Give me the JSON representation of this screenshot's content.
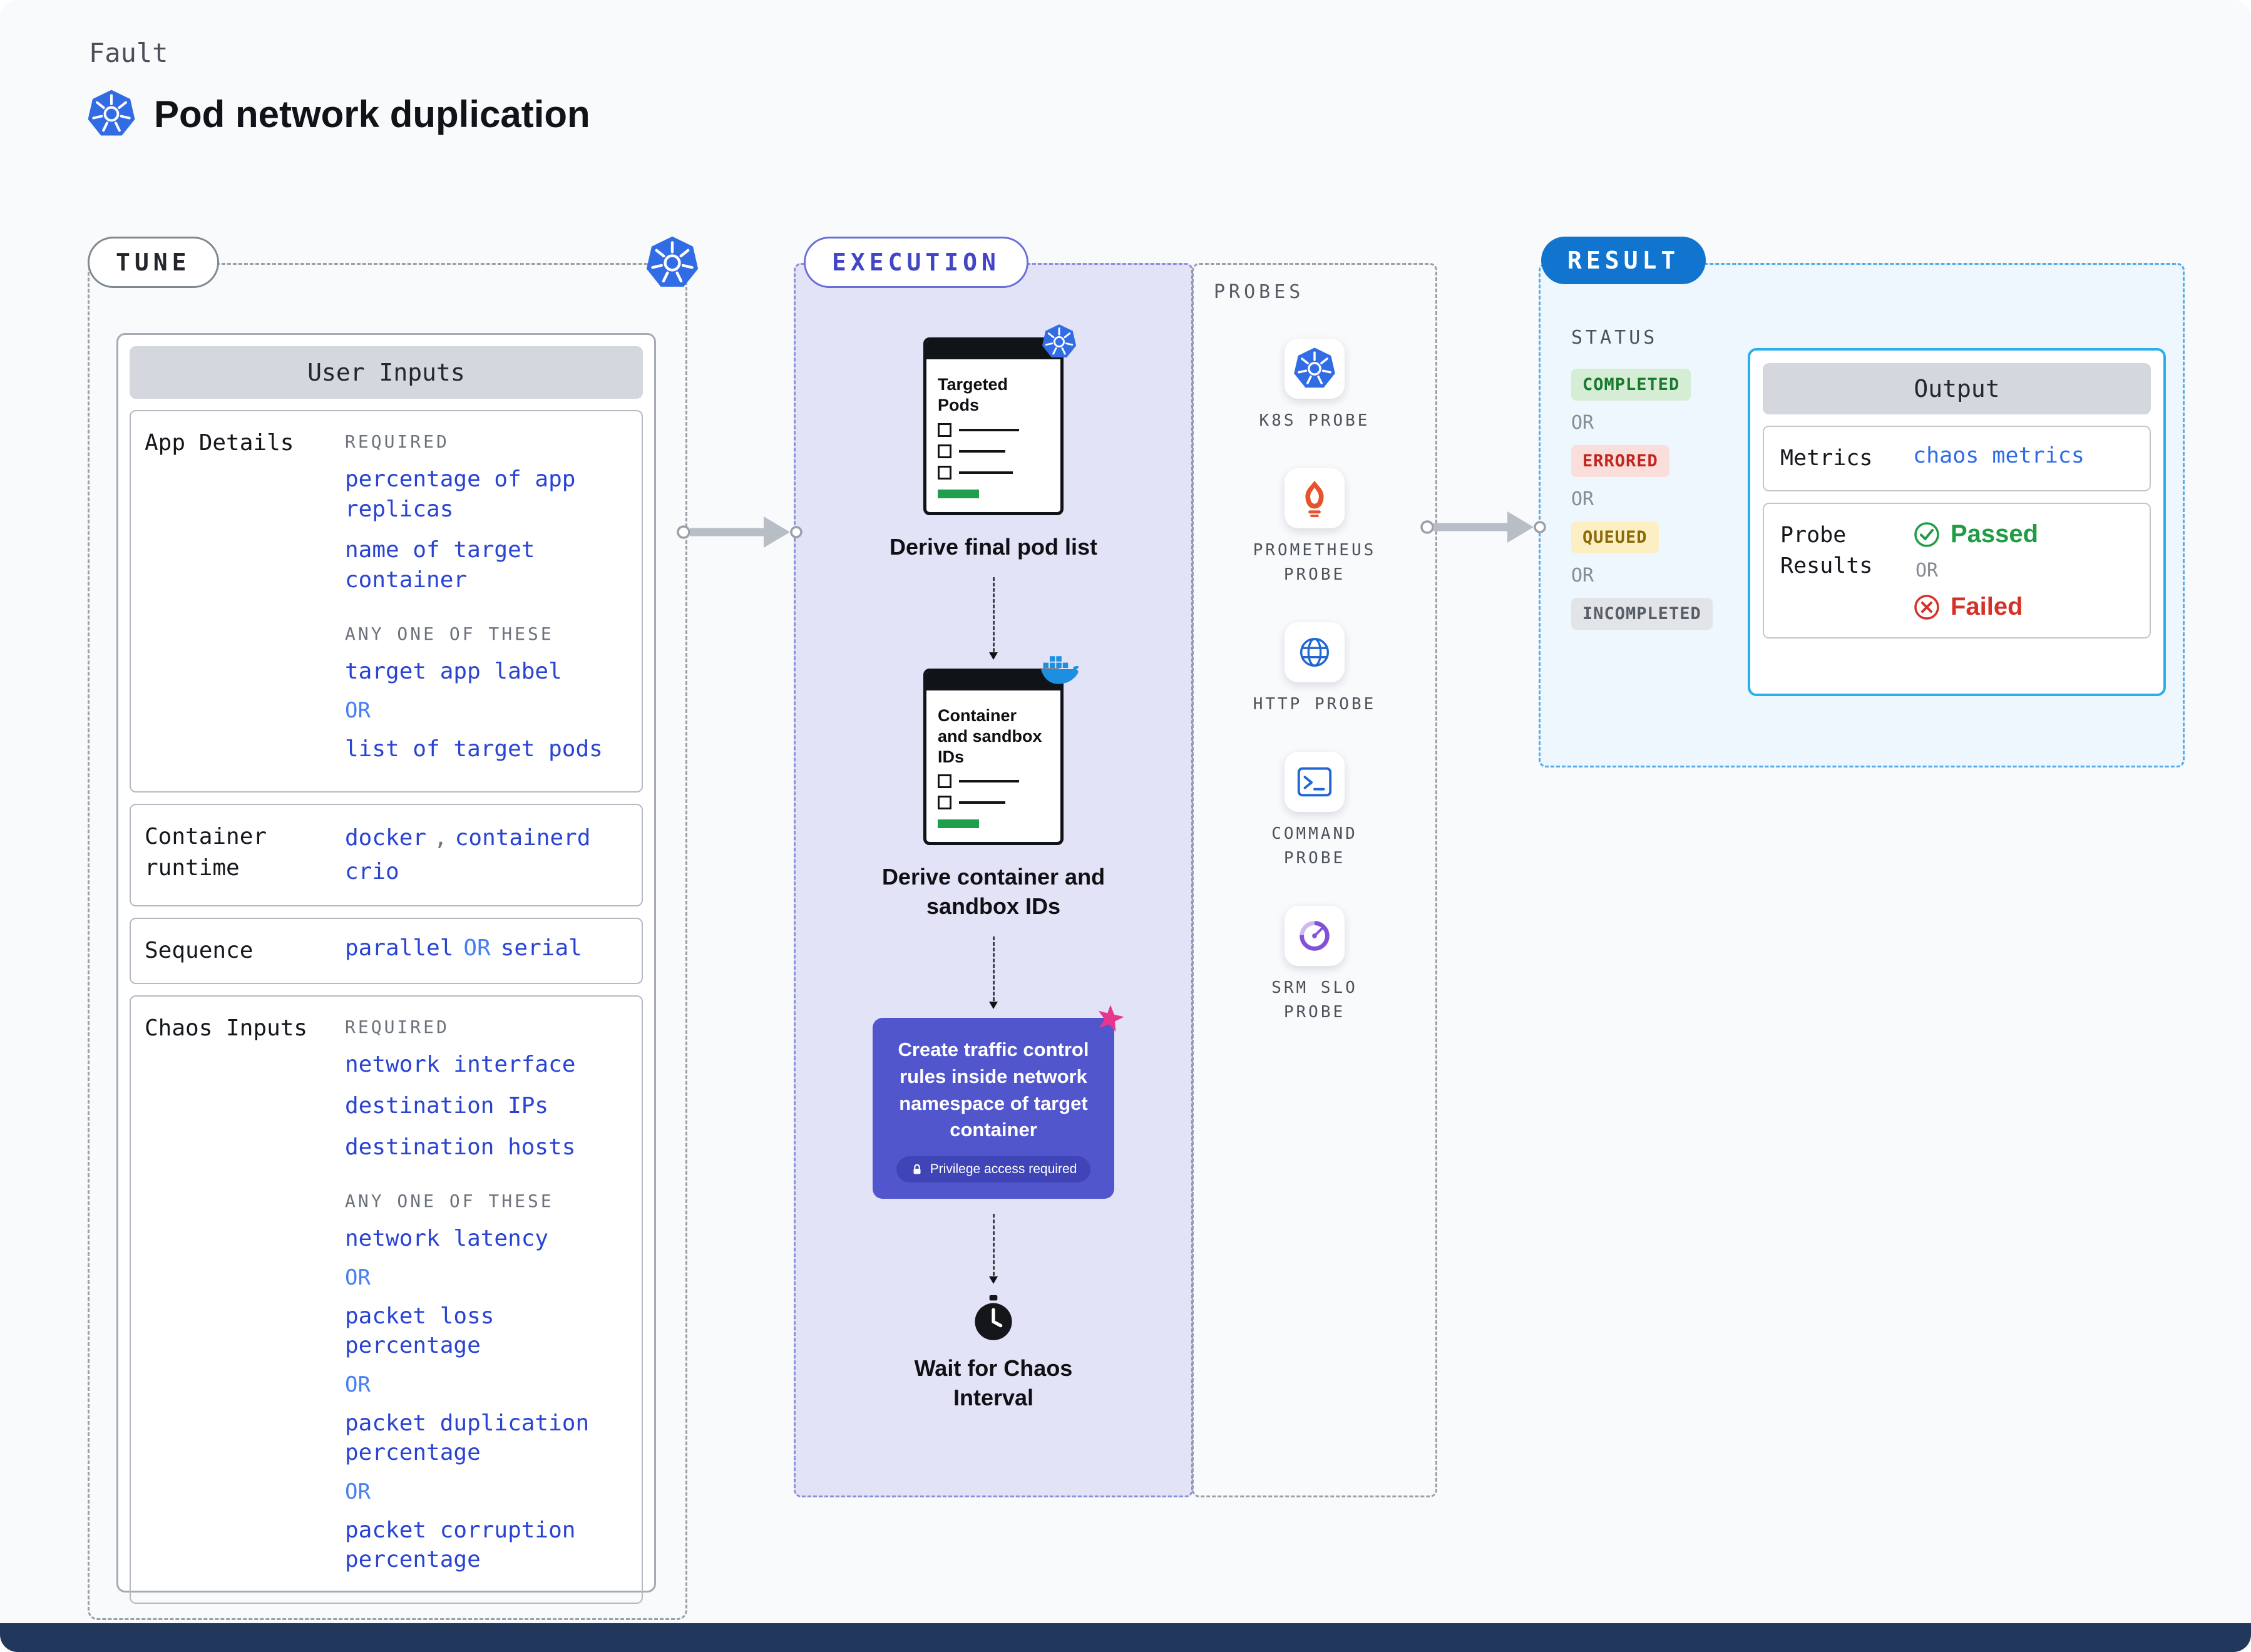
{
  "header": {
    "kicker": "Fault",
    "title": "Pod network duplication"
  },
  "tune": {
    "label": "TUNE",
    "user_inputs": {
      "title": "User Inputs",
      "app_details": {
        "label": "App Details",
        "required_heading": "REQUIRED",
        "required_items": [
          "percentage of app replicas",
          "name of target container"
        ],
        "any_heading": "ANY ONE OF THESE",
        "any_items": [
          "target app label",
          "list of target pods"
        ],
        "or": "OR"
      },
      "container_runtime": {
        "label": "Container runtime",
        "values": [
          "docker",
          "containerd",
          "crio"
        ],
        "separator": ","
      },
      "sequence": {
        "label": "Sequence",
        "value_a": "parallel",
        "or": "OR",
        "value_b": "serial"
      },
      "chaos_inputs": {
        "label": "Chaos Inputs",
        "required_heading": "REQUIRED",
        "required_items": [
          "network interface",
          "destination IPs",
          "destination hosts"
        ],
        "any_heading": "ANY ONE OF THESE",
        "any_items": [
          "network latency",
          "packet loss percentage",
          "packet duplication percentage",
          "packet corruption percentage"
        ],
        "or": "OR"
      }
    }
  },
  "execution": {
    "label": "EXECUTION",
    "doc1_title": "Targeted Pods",
    "step1_caption": "Derive final pod list",
    "doc2_title": "Container and sandbox IDs",
    "step2_caption": "Derive container and sandbox IDs",
    "step3_caption": "Create traffic control rules inside network namespace of target container",
    "step3_note": "Privilege access required",
    "step4_caption": "Wait for Chaos Interval"
  },
  "probes": {
    "label": "PROBES",
    "items": [
      {
        "label": "K8S PROBE",
        "icon": "kubernetes-icon"
      },
      {
        "label": "PROMETHEUS PROBE",
        "icon": "prometheus-flame-icon"
      },
      {
        "label": "HTTP PROBE",
        "icon": "globe-icon"
      },
      {
        "label": "COMMAND PROBE",
        "icon": "terminal-icon"
      },
      {
        "label": "SRM SLO PROBE",
        "icon": "gauge-icon"
      }
    ]
  },
  "result": {
    "label": "RESULT",
    "status": {
      "heading": "STATUS",
      "or": "OR",
      "badges": [
        {
          "label": "COMPLETED",
          "bg": "#d6edd5",
          "fg": "#19792f"
        },
        {
          "label": "ERRORED",
          "bg": "#f9dedc",
          "fg": "#c3251d"
        },
        {
          "label": "QUEUED",
          "bg": "#fcefc4",
          "fg": "#8a6a06"
        },
        {
          "label": "INCOMPLETED",
          "bg": "#e2e4e8",
          "fg": "#585e66"
        }
      ]
    },
    "output": {
      "title": "Output",
      "metrics_label": "Metrics",
      "metrics_value": "chaos metrics",
      "probe_results_label": "Probe Results",
      "passed": "Passed",
      "or": "OR",
      "failed": "Failed"
    }
  },
  "colors": {
    "kubernetes_blue": "#326ce5",
    "execution_purple": "#5156cd",
    "result_blue": "#1174cf",
    "link_blue": "#2944d2",
    "or_blue": "#477ef3",
    "passed_green": "#1f9d44",
    "failed_red": "#d53127",
    "footer_navy": "#22375c"
  }
}
